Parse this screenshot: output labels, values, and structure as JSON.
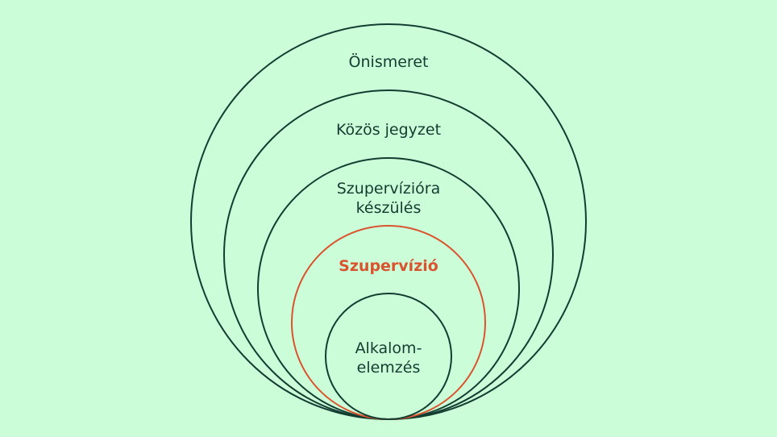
{
  "colors": {
    "background": "#ccfdd9",
    "ring": "#123d31",
    "highlight": "#d9532e",
    "text": "#123d31"
  },
  "rings": [
    {
      "id": "onismeret",
      "lines": [
        "Önismeret"
      ],
      "highlight": false
    },
    {
      "id": "kozos-jegyzet",
      "lines": [
        "Közös jegyzet"
      ],
      "highlight": false
    },
    {
      "id": "szupervoziora-keszules",
      "lines": [
        "Szupervízióra",
        "készülés"
      ],
      "highlight": false
    },
    {
      "id": "szupervizio",
      "lines": [
        "Szupervízió"
      ],
      "highlight": true
    },
    {
      "id": "alkalomelemzes",
      "lines": [
        "Alkalom-",
        "elemzés"
      ],
      "highlight": false
    }
  ]
}
